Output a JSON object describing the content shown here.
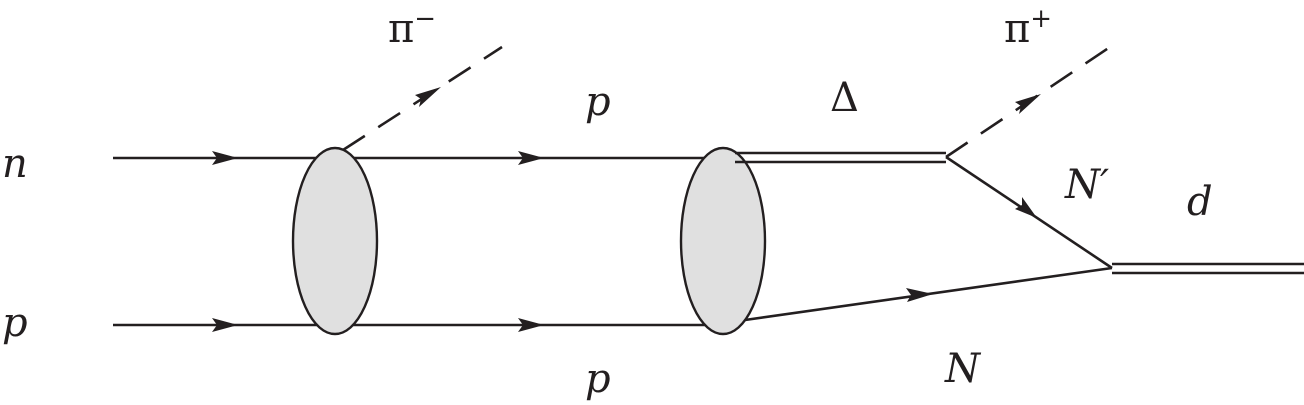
{
  "labels": {
    "incoming_top": "n",
    "incoming_bottom": "p",
    "pi_minus_base": "π",
    "pi_minus_sup": "−",
    "mid_top": "p",
    "mid_bottom": "p",
    "delta": "Δ",
    "pi_plus_base": "π",
    "pi_plus_sup": "+",
    "n_prime": "N′",
    "nucleon": "N",
    "deuteron": "d"
  },
  "colors": {
    "line": "#231f20",
    "blob_fill": "#e0e0e0",
    "background": "#ffffff"
  }
}
